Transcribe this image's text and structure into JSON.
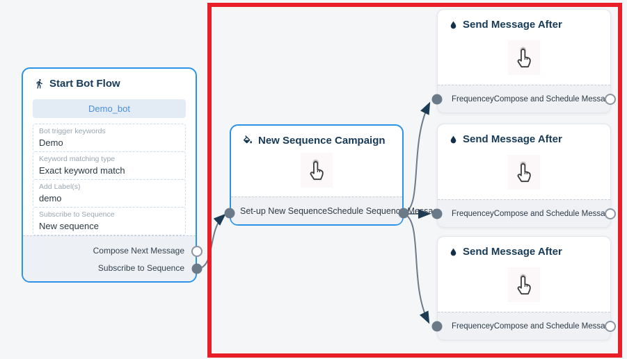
{
  "colors": {
    "canvas_bg": "#f4f6f8",
    "node_border_blue": "#2a93e8",
    "highlight_red": "#e81e29",
    "title_text": "#163a57",
    "port_fill": "#6b7a89",
    "connector": "#6d7a88"
  },
  "start_node": {
    "icon": "walking-person-icon",
    "title": "Start Bot Flow",
    "bot_name": "Demo_bot",
    "fields": [
      {
        "label": "Bot trigger keywords",
        "value": "Demo"
      },
      {
        "label": "Keyword matching type",
        "value": "Exact keyword match"
      },
      {
        "label": "Add Label(s)",
        "value": "demo"
      },
      {
        "label": "Subscribe to Sequence",
        "value": "New sequence"
      }
    ],
    "outputs": [
      {
        "label": "Compose Next Message",
        "port": "open"
      },
      {
        "label": "Subscribe to Sequence",
        "port": "connected"
      }
    ]
  },
  "sequence_node": {
    "icon": "paint-bucket-icon",
    "title": "New Sequence Campaign",
    "left_handle_label": "Set-up New Sequence",
    "right_handle_label": "Schedule Sequence Message"
  },
  "message_nodes": [
    {
      "icon": "water-drop-icon",
      "title": "Send Message After",
      "input_label": "Frequencey",
      "output_label": "Compose and Schedule Message"
    },
    {
      "icon": "water-drop-icon",
      "title": "Send Message After",
      "input_label": "Frequencey",
      "output_label": "Compose and Schedule Message"
    },
    {
      "icon": "water-drop-icon",
      "title": "Send Message After",
      "input_label": "Frequencey",
      "output_label": "Compose and Schedule Message"
    }
  ],
  "annotation": {
    "type": "highlight-rectangle",
    "color": "#e81e29"
  }
}
